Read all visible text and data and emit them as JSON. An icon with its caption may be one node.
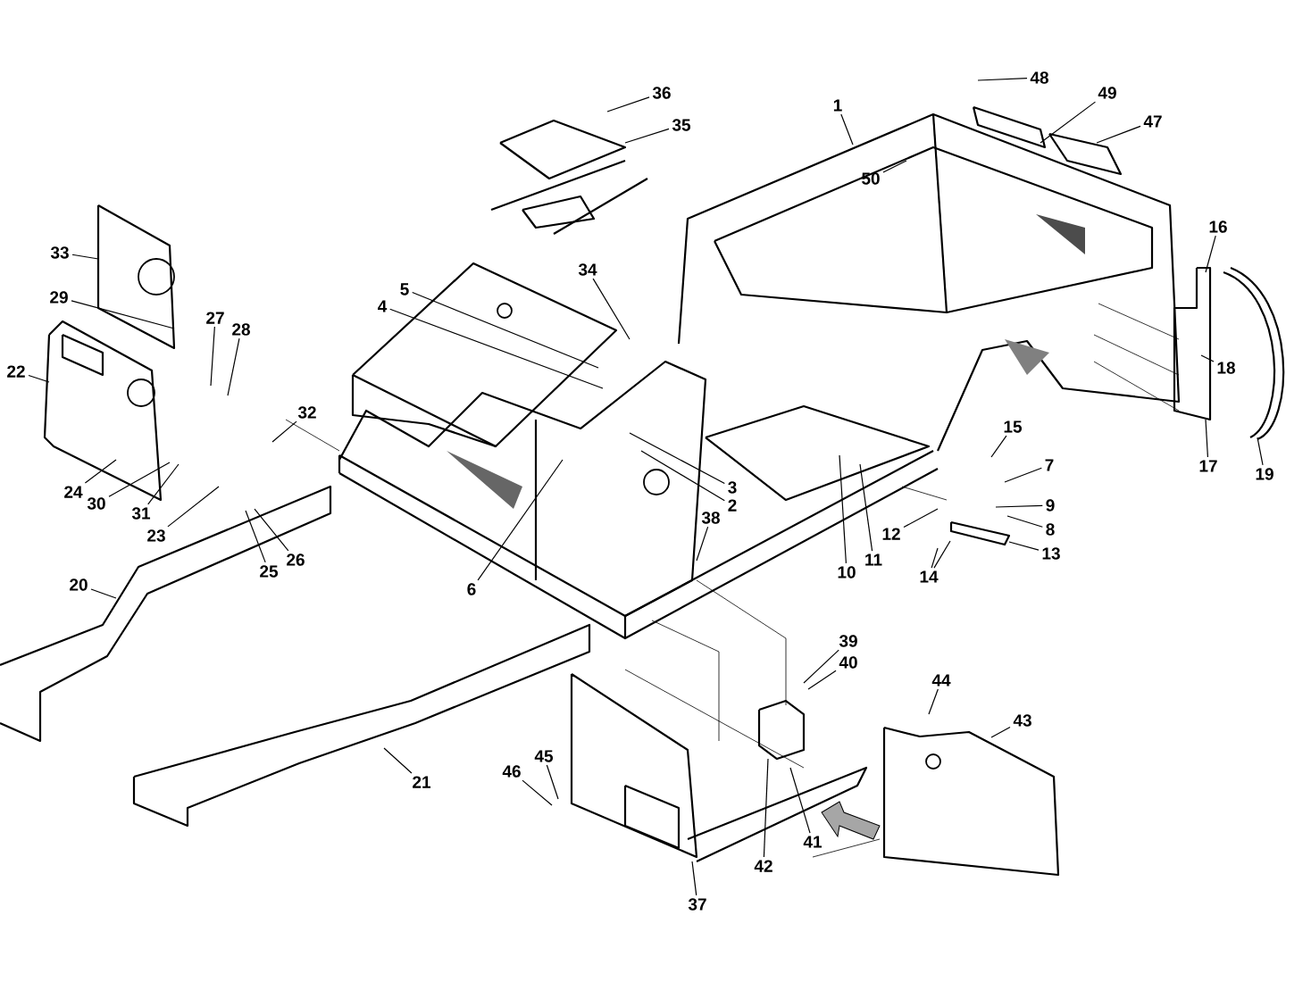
{
  "diagram": {
    "nodes": [
      {
        "text": [
          "1"
        ]
      },
      {
        "text": [
          "48"
        ]
      },
      {
        "text": [
          "49"
        ]
      },
      {
        "text": [
          "47"
        ]
      },
      {
        "text": [
          "50"
        ]
      },
      {
        "text": [
          "36"
        ]
      },
      {
        "text": [
          "35"
        ]
      },
      {
        "text": [
          "33"
        ]
      },
      {
        "text": [
          "29"
        ]
      },
      {
        "text": [
          "27"
        ]
      },
      {
        "text": [
          "28"
        ]
      },
      {
        "text": [
          "22"
        ]
      },
      {
        "text": [
          "32"
        ]
      },
      {
        "text": [
          "5"
        ]
      },
      {
        "text": [
          "4"
        ]
      },
      {
        "text": [
          "34"
        ]
      },
      {
        "text": [
          "16"
        ]
      },
      {
        "text": [
          "18"
        ]
      },
      {
        "text": [
          "17"
        ]
      },
      {
        "text": [
          "19"
        ]
      },
      {
        "text": [
          "15"
        ]
      },
      {
        "text": [
          "7"
        ]
      },
      {
        "text": [
          "9"
        ]
      },
      {
        "text": [
          "8"
        ]
      },
      {
        "text": [
          "12"
        ]
      },
      {
        "text": [
          "13"
        ]
      },
      {
        "text": [
          "14"
        ]
      },
      {
        "text": [
          "10"
        ]
      },
      {
        "text": [
          "11"
        ]
      },
      {
        "text": [
          "3"
        ]
      },
      {
        "text": [
          "2"
        ]
      },
      {
        "text": [
          "6"
        ]
      },
      {
        "text": [
          "38"
        ]
      },
      {
        "text": [
          "24"
        ]
      },
      {
        "text": [
          "30"
        ]
      },
      {
        "text": [
          "31"
        ]
      },
      {
        "text": [
          "23"
        ]
      },
      {
        "text": [
          "25"
        ]
      },
      {
        "text": [
          "26"
        ]
      },
      {
        "text": [
          "20"
        ]
      },
      {
        "text": [
          "21"
        ]
      },
      {
        "text": [
          "39"
        ]
      },
      {
        "text": [
          "40"
        ]
      },
      {
        "text": [
          "44"
        ]
      },
      {
        "text": [
          "43"
        ]
      },
      {
        "text": [
          "45"
        ]
      },
      {
        "text": [
          "46"
        ]
      },
      {
        "text": [
          "41"
        ]
      },
      {
        "text": [
          "42"
        ]
      },
      {
        "text": [
          "37"
        ]
      }
    ],
    "edges": [
      {
        "from": 0,
        "to": null,
        "arrow": "none"
      },
      {
        "from": 1,
        "to": null,
        "arrow": "none"
      },
      {
        "from": 2,
        "to": null,
        "arrow": "none"
      },
      {
        "from": 3,
        "to": null,
        "arrow": "none"
      },
      {
        "from": 4,
        "to": null,
        "arrow": "none"
      },
      {
        "from": 5,
        "to": null,
        "arrow": "none"
      },
      {
        "from": 6,
        "to": null,
        "arrow": "none"
      },
      {
        "from": 7,
        "to": null,
        "arrow": "none"
      },
      {
        "from": 8,
        "to": null,
        "arrow": "none"
      },
      {
        "from": 9,
        "to": null,
        "arrow": "none"
      },
      {
        "from": 10,
        "to": null,
        "arrow": "none"
      },
      {
        "from": 11,
        "to": null,
        "arrow": "none"
      },
      {
        "from": 12,
        "to": null,
        "arrow": "none"
      },
      {
        "from": 13,
        "to": null,
        "arrow": "none"
      },
      {
        "from": 14,
        "to": null,
        "arrow": "none"
      },
      {
        "from": 15,
        "to": null,
        "arrow": "none"
      },
      {
        "from": 16,
        "to": null,
        "arrow": "none"
      },
      {
        "from": 17,
        "to": null,
        "arrow": "none"
      },
      {
        "from": 18,
        "to": null,
        "arrow": "none"
      },
      {
        "from": 19,
        "to": null,
        "arrow": "none"
      },
      {
        "from": 20,
        "to": null,
        "arrow": "none"
      },
      {
        "from": 21,
        "to": null,
        "arrow": "none"
      },
      {
        "from": 22,
        "to": null,
        "arrow": "none"
      },
      {
        "from": 23,
        "to": null,
        "arrow": "none"
      },
      {
        "from": 24,
        "to": null,
        "arrow": "none"
      },
      {
        "from": 25,
        "to": null,
        "arrow": "none"
      },
      {
        "from": 26,
        "to": null,
        "arrow": "none"
      },
      {
        "from": 26,
        "to": null,
        "arrow": "none"
      },
      {
        "from": 27,
        "to": null,
        "arrow": "none"
      },
      {
        "from": 28,
        "to": null,
        "arrow": "none"
      },
      {
        "from": 29,
        "to": null,
        "arrow": "none"
      },
      {
        "from": 30,
        "to": null,
        "arrow": "none"
      },
      {
        "from": 31,
        "to": null,
        "arrow": "none"
      },
      {
        "from": 32,
        "to": null,
        "arrow": "none"
      },
      {
        "from": 33,
        "to": null,
        "arrow": "none"
      },
      {
        "from": 34,
        "to": null,
        "arrow": "none"
      },
      {
        "from": 35,
        "to": null,
        "arrow": "none"
      },
      {
        "from": 36,
        "to": null,
        "arrow": "none"
      },
      {
        "from": 37,
        "to": null,
        "arrow": "none"
      },
      {
        "from": 38,
        "to": null,
        "arrow": "none"
      },
      {
        "from": 39,
        "to": null,
        "arrow": "none"
      },
      {
        "from": 40,
        "to": null,
        "arrow": "none"
      },
      {
        "from": 41,
        "to": null,
        "arrow": "none"
      },
      {
        "from": 42,
        "to": null,
        "arrow": "none"
      },
      {
        "from": 43,
        "to": null,
        "arrow": "none"
      },
      {
        "from": 44,
        "to": null,
        "arrow": "none"
      },
      {
        "from": 45,
        "to": null,
        "arrow": "none"
      },
      {
        "from": 46,
        "to": null,
        "arrow": "none"
      },
      {
        "from": 47,
        "to": null,
        "arrow": "none"
      },
      {
        "from": 48,
        "to": null,
        "arrow": "none"
      },
      {
        "from": 49,
        "to": null,
        "arrow": "none"
      }
    ]
  }
}
